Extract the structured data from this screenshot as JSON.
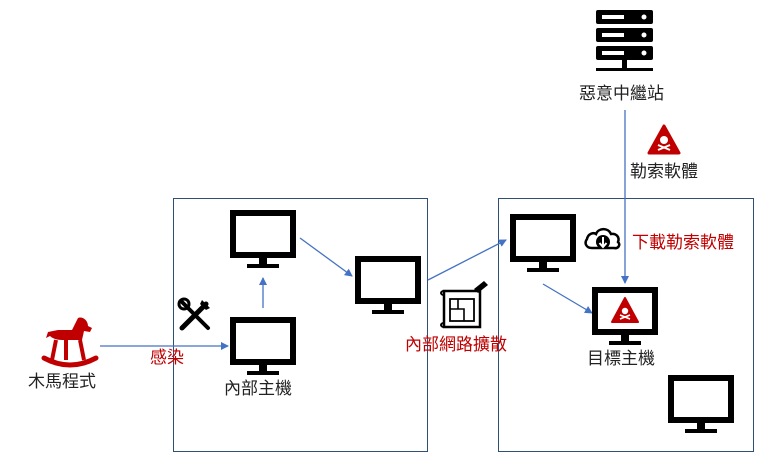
{
  "labels": {
    "relay": "惡意中繼站",
    "ransomware": "勒索軟體",
    "download": "下載勒索軟體",
    "infect": "感染",
    "trojan": "木馬程式",
    "internal_host": "內部主機",
    "lateral": "內部網路擴散",
    "target_host": "目標主機"
  },
  "colors": {
    "accent_red": "#c00000",
    "arrow_blue": "#4472c4",
    "box_border": "#2f4f74",
    "icon_black": "#000000"
  },
  "icons": [
    "server-icon",
    "warning-skull-icon",
    "cloud-download-icon",
    "tools-icon",
    "rocking-horse-icon",
    "monitor-icon",
    "network-blueprint-icon"
  ]
}
